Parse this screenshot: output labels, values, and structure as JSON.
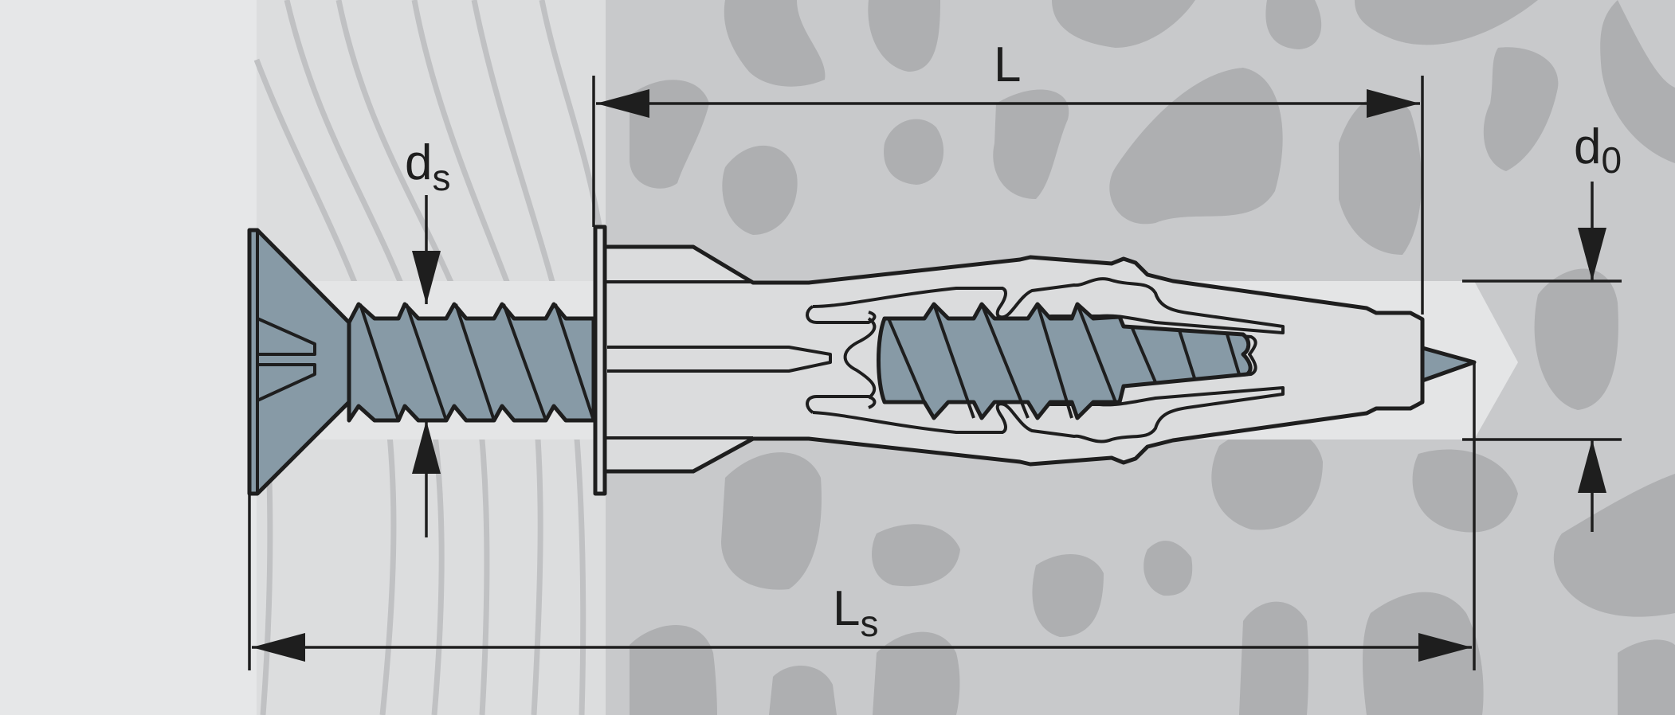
{
  "figure": {
    "colors": {
      "background_left": "#e6e7e8",
      "wood": "#dcddde",
      "wood_grain": "#c0c1c3",
      "concrete": "#c8c9cb",
      "aggregate": "#aeafb1",
      "drill_hole": "#e4e5e6",
      "screw": "#879aa6",
      "plug": "#dbdcdd",
      "line": "#1e1e1e"
    },
    "labels": {
      "L": {
        "main": "L",
        "sub": ""
      },
      "ds": {
        "main": "d",
        "sub": "s"
      },
      "d0": {
        "main": "d",
        "sub": "0"
      },
      "Ls": {
        "main": "L",
        "sub": "s"
      }
    }
  }
}
